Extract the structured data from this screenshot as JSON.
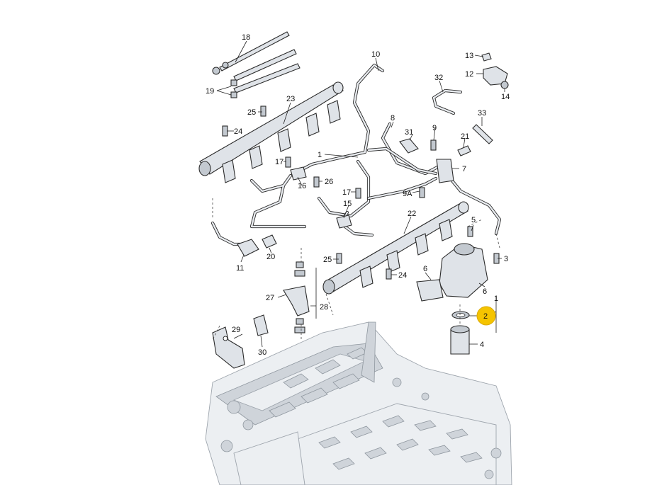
{
  "colors": {
    "highlight": "#f5c400",
    "line": "#222222",
    "part_fill": "#dfe3e8",
    "engine_fill": "#eceff2"
  },
  "callouts": [
    {
      "label": "18"
    },
    {
      "label": "19"
    },
    {
      "label": "23"
    },
    {
      "label": "25"
    },
    {
      "label": "24"
    },
    {
      "label": "10"
    },
    {
      "label": "13"
    },
    {
      "label": "12"
    },
    {
      "label": "14"
    },
    {
      "label": "32"
    },
    {
      "label": "33"
    },
    {
      "label": "8"
    },
    {
      "label": "31"
    },
    {
      "label": "9"
    },
    {
      "label": "21"
    },
    {
      "label": "1"
    },
    {
      "label": "7"
    },
    {
      "label": "17"
    },
    {
      "label": "16"
    },
    {
      "label": "26"
    },
    {
      "label": "17"
    },
    {
      "label": "9A"
    },
    {
      "label": "15"
    },
    {
      "label": "22"
    },
    {
      "label": "5"
    },
    {
      "label": "11"
    },
    {
      "label": "20"
    },
    {
      "label": "25"
    },
    {
      "label": "3"
    },
    {
      "label": "24"
    },
    {
      "label": "6"
    },
    {
      "label": "6"
    },
    {
      "label": "1"
    },
    {
      "label": "27"
    },
    {
      "label": "28"
    },
    {
      "label": "2",
      "highlighted": true
    },
    {
      "label": "29"
    },
    {
      "label": "4"
    },
    {
      "label": "30"
    }
  ]
}
